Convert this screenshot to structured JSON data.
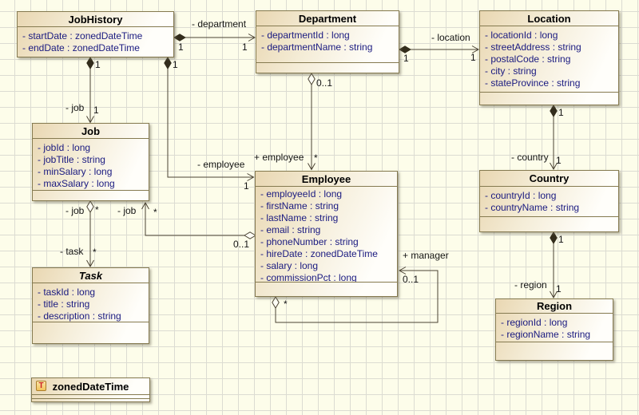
{
  "diagram_type": "uml-class-diagram",
  "palette": {
    "canvas_bg": "#fdfdea",
    "grid_line": "#dcdcd2",
    "box_border": "#857a50",
    "box_fill_left": "#e9d7b2",
    "box_fill_right": "#fffefa",
    "title_text": "#000000",
    "attribute_text": "#1a1a80",
    "connector_line": "#4b4334",
    "filled_diamond": "#332d1c",
    "type_icon_bg": "#f1c35c",
    "type_icon_letter": "#cc2222"
  },
  "classes": {
    "jobHistory": {
      "title": "JobHistory",
      "attrs": [
        "- startDate : zonedDateTime",
        "- endDate : zonedDateTime"
      ]
    },
    "department": {
      "title": "Department",
      "attrs": [
        "- departmentId : long",
        "- departmentName : string"
      ]
    },
    "location": {
      "title": "Location",
      "attrs": [
        "- locationId : long",
        "- streetAddress : string",
        "- postalCode : string",
        "- city : string",
        "- stateProvince : string"
      ]
    },
    "job": {
      "title": "Job",
      "attrs": [
        "- jobId : long",
        "- jobTitle : string",
        "- minSalary : long",
        "- maxSalary : long"
      ]
    },
    "employee": {
      "title": "Employee",
      "attrs": [
        "- employeeId : long",
        "- firstName : string",
        "- lastName : string",
        "- email : string",
        "- phoneNumber : string",
        "- hireDate : zonedDateTime",
        "- salary : long",
        "- commissionPct : long"
      ]
    },
    "country": {
      "title": "Country",
      "attrs": [
        "- countryId : long",
        "- countryName : string"
      ]
    },
    "task": {
      "title": "Task",
      "attrs": [
        "- taskId : long",
        "- title : string",
        "- description : string"
      ]
    },
    "region": {
      "title": "Region",
      "attrs": [
        "- regionId : long",
        "- regionName : string"
      ]
    },
    "zonedDateTime": {
      "title": "zonedDateTime",
      "icon_letter": "T"
    }
  },
  "relationships": {
    "jobhistory_department": {
      "label": "- department",
      "src_mult": "1",
      "dst_mult": "1"
    },
    "department_location": {
      "label": "- location",
      "src_mult": "1",
      "dst_mult": "1"
    },
    "jobhistory_job": {
      "label": "- job",
      "src_mult": "1",
      "dst_mult": "1"
    },
    "jobhistory_employee": {
      "label": "- employee",
      "src_mult": "1",
      "dst_mult": "1"
    },
    "department_employee": {
      "label": "+ employee",
      "src_mult": "0..1",
      "dst_mult": "*"
    },
    "employee_job": {
      "label": "- job",
      "src_mult": "0..1",
      "dst_mult": "*"
    },
    "job_task": {
      "src_label": "- job",
      "src_mult": "*",
      "dst_label": "- task",
      "dst_mult": "*"
    },
    "employee_manager": {
      "label": "+ manager",
      "src_mult": "*",
      "dst_mult": "0..1"
    },
    "location_country": {
      "label": "- country",
      "src_mult": "1",
      "dst_mult": "1"
    },
    "country_region": {
      "label": "- region",
      "src_mult": "1",
      "dst_mult": "1"
    }
  }
}
